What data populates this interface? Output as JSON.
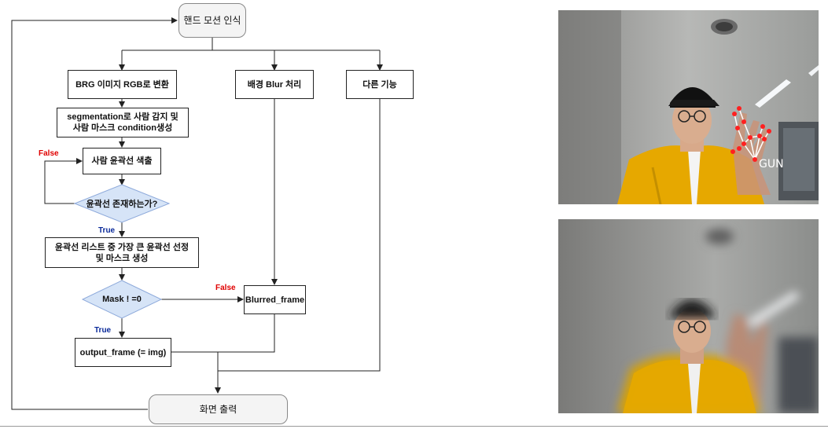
{
  "flowchart": {
    "start": "핸드 모션 인식",
    "brg": "BRG 이미지 RGB로 변환",
    "blur": "배경 Blur 처리",
    "other": "다른 기능",
    "seg_line1": "segmentation로 사람 감지 및",
    "seg_line2": "사람 마스크 condition생성",
    "extract": "사람 윤곽선 색출",
    "exists_q": "윤곽선 존재하는가?",
    "select_line1": "윤곽선 리스트 중 가장 큰 윤곽선 선정",
    "select_line2": "및 마스크 생성",
    "mask_q": "Mask ! =0",
    "blurred": "Blurred_frame",
    "output": "output_frame (= img)",
    "end": "화면 출력",
    "label_false_1": "False",
    "label_true_1": "True",
    "label_false_2": "False",
    "label_true_2": "True"
  },
  "photos": {
    "top_overlay_text": "GUN"
  },
  "colors": {
    "decision_fill": "#d6e4f7",
    "decision_stroke": "#8eaadb",
    "false_label": "#e00000",
    "true_label": "#0a2a9a",
    "jacket": "#e6a800"
  }
}
